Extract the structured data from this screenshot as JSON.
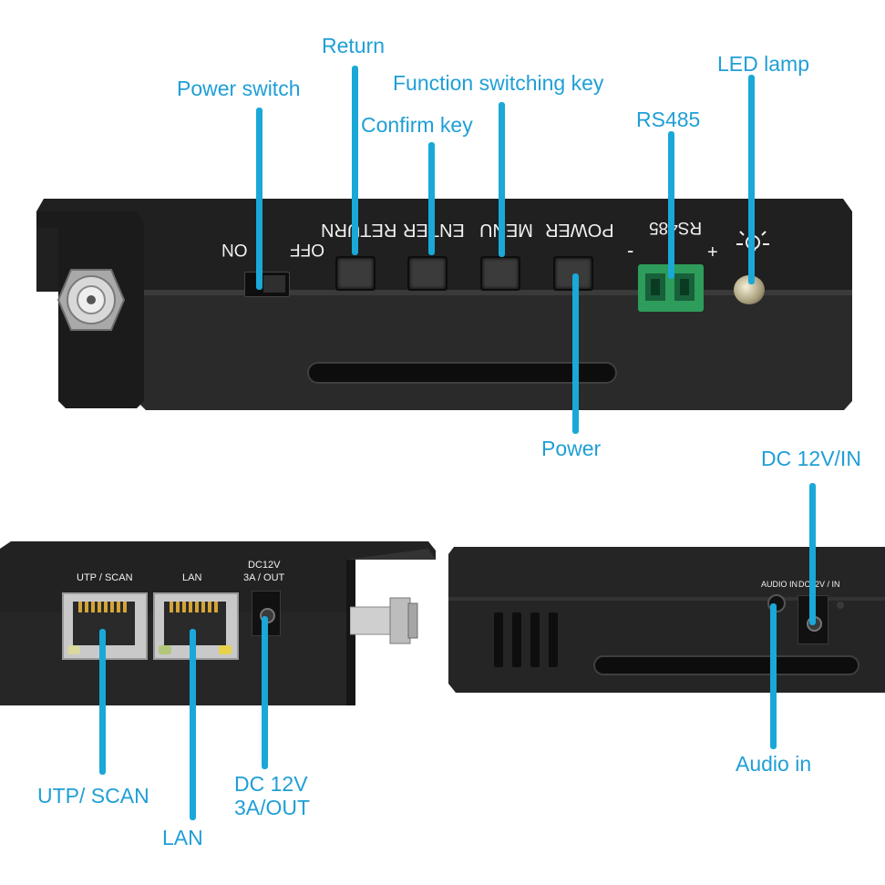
{
  "callouts": {
    "return": "Return",
    "power_switch": "Power switch",
    "function_switching_key": "Function switching key",
    "confirm_key": "Confirm key",
    "rs485": "RS485",
    "led_lamp": "LED lamp",
    "power": "Power",
    "dc_in": "DC 12V/IN",
    "utp_scan": "UTP/ SCAN",
    "lan": "LAN",
    "dc_out_line1": "DC 12V",
    "dc_out_line2": "3A/OUT",
    "audio_in": "Audio in"
  },
  "top_panel": {
    "on": "ON",
    "off": "OFF",
    "return": "RETURN",
    "enter": "ENTER",
    "menu": "MENU",
    "power": "POWER",
    "rs485": "RS485",
    "minus": "-",
    "plus": "+"
  },
  "bottom_left_panel": {
    "utp_scan": "UTP / SCAN",
    "lan": "LAN",
    "dc_line1": "DC12V",
    "dc_line2": "3A / OUT"
  },
  "bottom_right_panel": {
    "audio_in": "AUDIO IN",
    "dc_in": "DC12V / IN"
  },
  "colors": {
    "callout_text": "#1f9fd6",
    "leader_line": "#19a8d8",
    "device_body": "#1e1e1e",
    "terminal_block": "#2e9c5a"
  }
}
